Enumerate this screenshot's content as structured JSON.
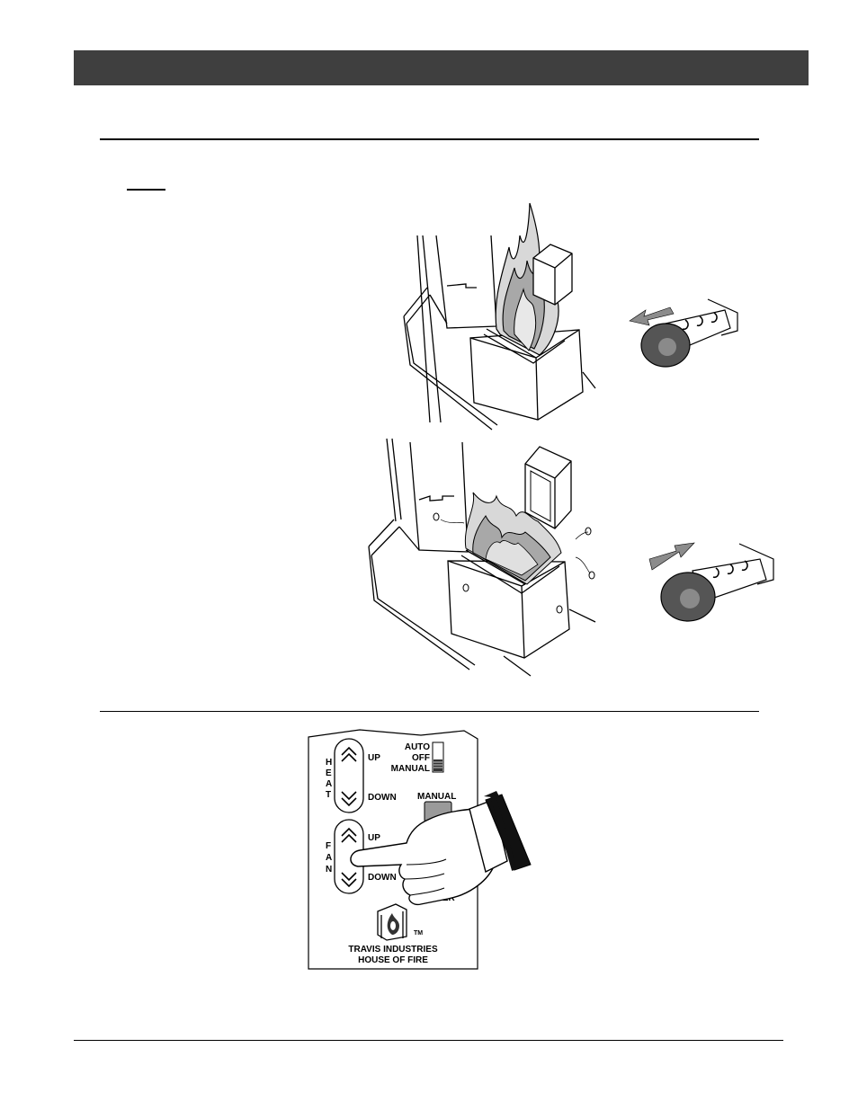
{
  "control_panel": {
    "heat_letters": [
      "H",
      "E",
      "A",
      "T"
    ],
    "fan_letters": [
      "F",
      "A",
      "N"
    ],
    "heat_up": "UP",
    "heat_down": "DOWN",
    "fan_up": "UP",
    "fan_down": "DOWN",
    "mode_auto": "AUTO",
    "mode_off": "OFF",
    "mode_manual": "MANUAL",
    "manual_button_label": "MANUAL",
    "igniter_partial": "GER",
    "trademark": "TM",
    "brand_line1": "TRAVIS INDUSTRIES",
    "brand_line2": "HOUSE OF FIRE"
  },
  "colors": {
    "header_bar": "#3f3f3f",
    "flame_light": "#d8d8d8",
    "flame_mid": "#a8a8a8",
    "knob_dark": "#555555",
    "knob_light": "#8a8a8a",
    "arrow_gray": "#8c8c8c",
    "manual_button": "#9a9a9a"
  }
}
